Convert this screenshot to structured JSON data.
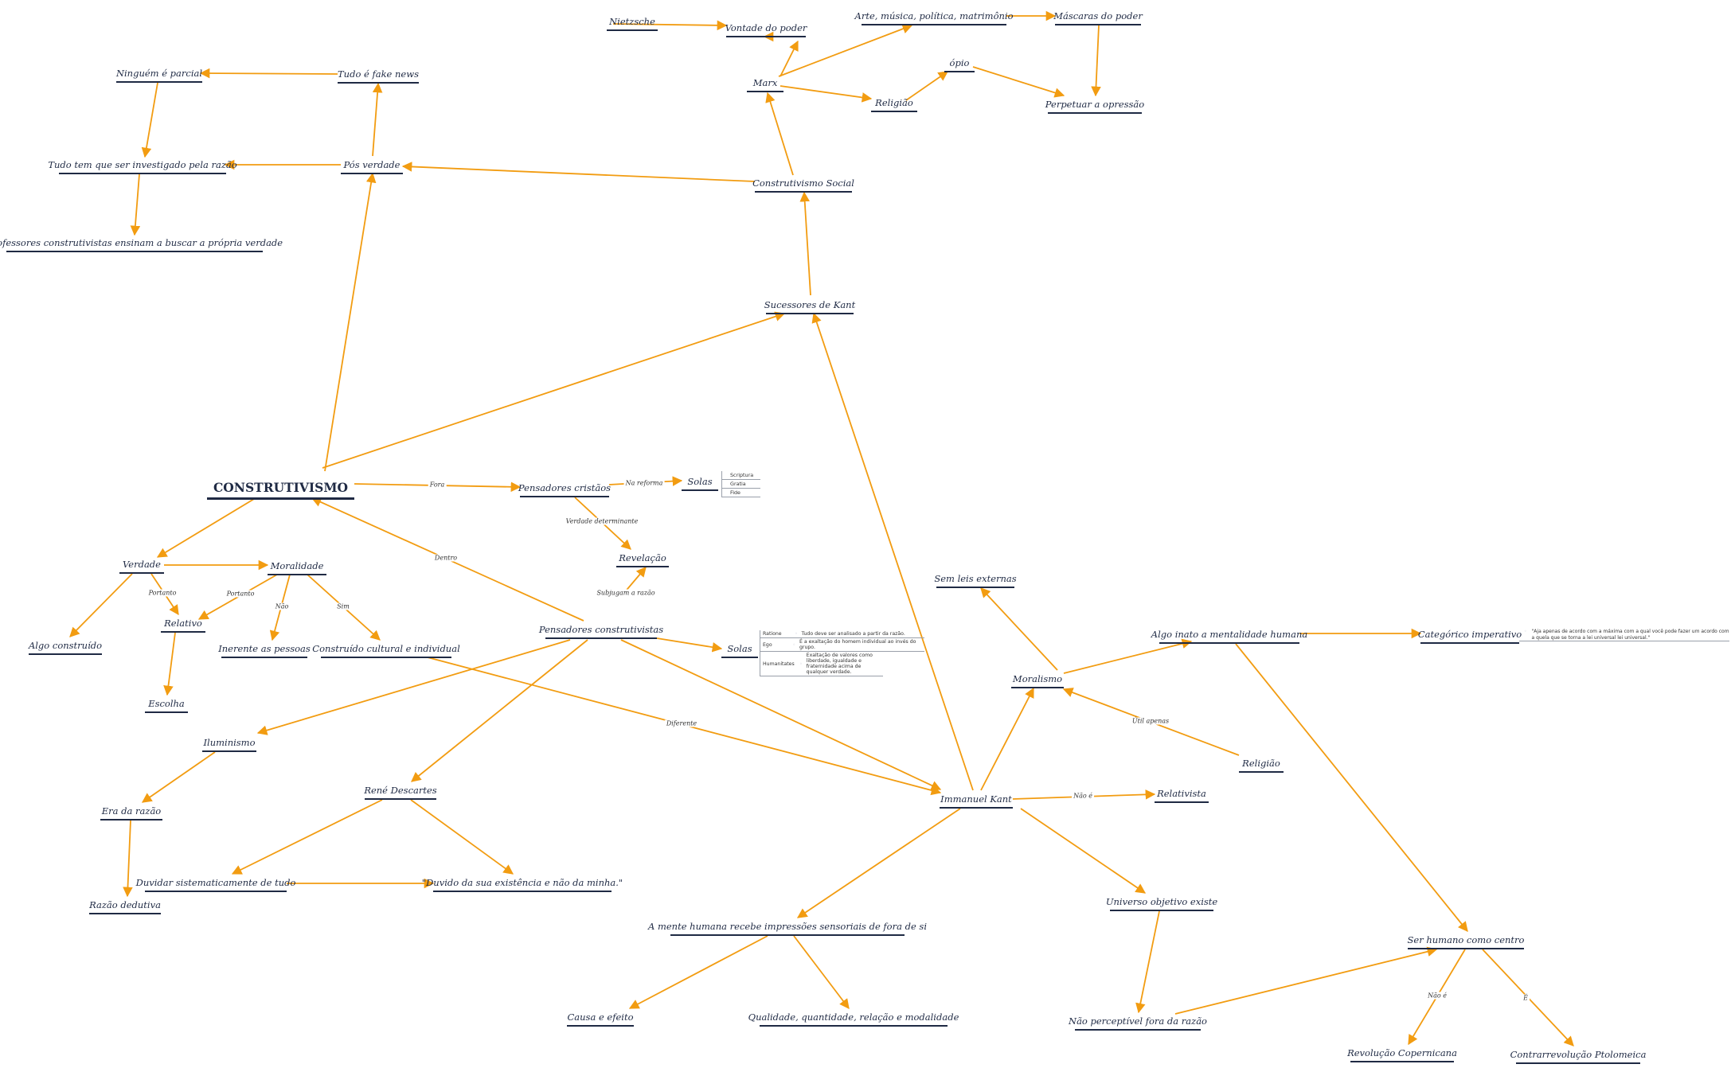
{
  "colors": {
    "edge": "#f29c11",
    "node_underline": "#1f2a44",
    "text": "#1f2a44"
  },
  "nodes": {
    "construtivismo": "CONSTRUTIVISMO",
    "nietzsche": "Nietzsche",
    "vontade": "Vontade do poder",
    "arte": "Arte, música, política, matrimônio",
    "mascaras": "Máscaras do poder",
    "marx": "Marx",
    "opio": "ópio",
    "religiao_marx": "Religião",
    "perpetuar": "Perpetuar a opressão",
    "ninguem": "Ninguém é parcial",
    "fake": "Tudo é fake news",
    "investigado": "Tudo tem que ser investigado pela razão",
    "posverdade": "Pós verdade",
    "professores": "Professores construtivistas ensinam a buscar a própria verdade",
    "social": "Construtivismo Social",
    "sucessores": "Sucessores de Kant",
    "cristaos": "Pensadores cristãos",
    "solas1": "Solas",
    "revelacao": "Revelação",
    "verdade": "Verdade",
    "moralidade": "Moralidade",
    "relativo": "Relativo",
    "algo": "Algo construído",
    "escolha": "Escolha",
    "inerente": "Inerente as pessoas",
    "construido": "Construído cultural e individual",
    "construtivistas": "Pensadores construtivistas",
    "solas2": "Solas",
    "iluminismo": "Iluminismo",
    "erarazao": "Era da razão",
    "razaoded": "Razão dedutiva",
    "descartes": "René Descartes",
    "duvidar": "Duvidar sistematicamente de tudo",
    "duvido": "\"Duvido da sua existência e não da minha.\"",
    "semleis": "Sem leis externas",
    "moralismo": "Moralismo",
    "inato": "Algo inato a mentalidade humana",
    "categorico": "Categórico imperativo",
    "religiao_kant": "Religião",
    "kant": "Immanuel Kant",
    "relativista": "Relativista",
    "mente": "A mente humana recebe impressões sensoriais de fora de si",
    "causa": "Causa e efeito",
    "qualidade": "Qualidade, quantidade, relação e modalidade",
    "universo": "Universo objetivo existe",
    "naoperceptivel": "Não perceptível fora da razão",
    "serhumano": "Ser humano como centro",
    "copernicana": "Revolução Copernicana",
    "ptolomeica": "Contrarrevolução Ptolomeica"
  },
  "edge_labels": {
    "fora": "Fora",
    "na_reforma": "Na reforma",
    "verdade_det": "Verdade determinante",
    "dentro": "Dentro",
    "subjugam": "Subjugam a razão",
    "portanto1": "Portanto",
    "portanto2": "Portanto",
    "nao_moral": "Não",
    "sim_moral": "Sim",
    "diferente": "Diferente",
    "util": "Útil apenas",
    "nao_e_rel": "Não é",
    "nao_e_cop": "Não é",
    "e_ptol": "É"
  },
  "solas1_items": [
    "Scriptura",
    "Gratia",
    "Fide"
  ],
  "solas2_rows": [
    {
      "key": "Ratione",
      "text": "Tudo deve ser analisado a partir da razão."
    },
    {
      "key": "Ego",
      "text": "É a exaltação do homem individual ao invés do grupo."
    },
    {
      "key": "Humanitates",
      "text": "Exaltação de valores como liberdade, igualdade e fraternidade acima de qualquer verdade."
    }
  ],
  "categorico_note": "\"Aja apenas de acordo com a máxima com a qual você pode fazer um acordo com a quela que se torna a lei universal lei universal.\""
}
